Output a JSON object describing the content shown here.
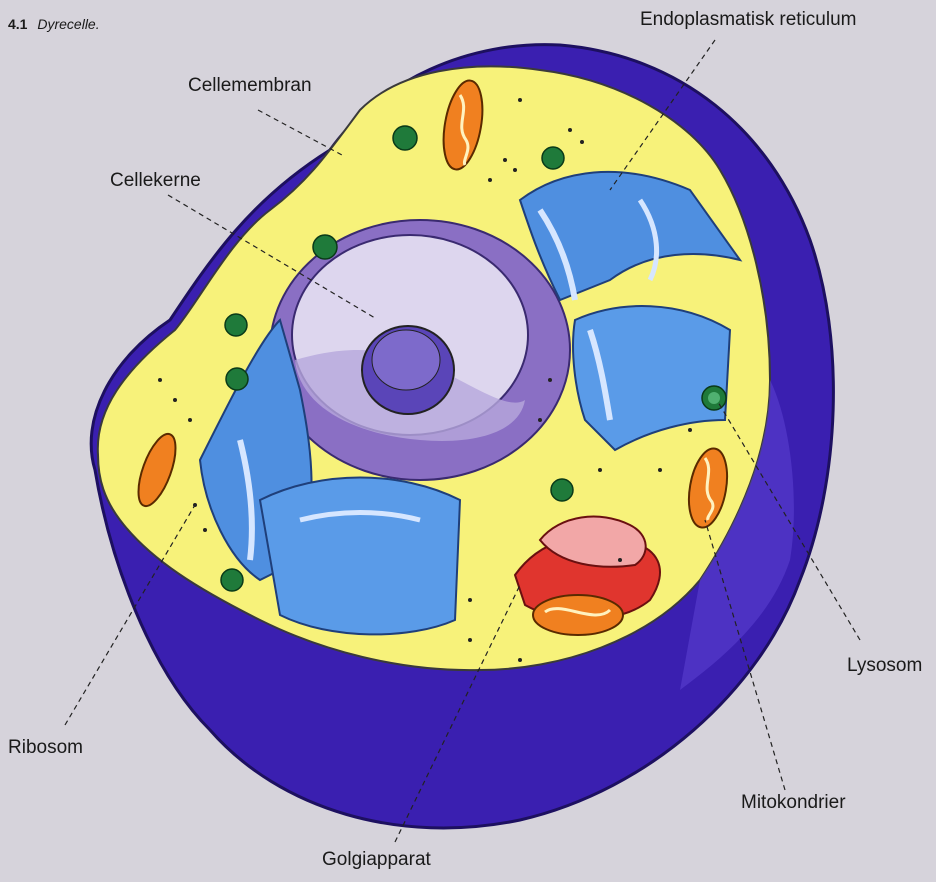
{
  "figure": {
    "number": "4.1",
    "title": "Dyrecelle."
  },
  "labels": {
    "endoplasmatisk_reticulum": "Endoplasmatisk reticulum",
    "cellemembran": "Cellemembran",
    "cellekerne": "Cellekerne",
    "ribosom": "Ribosom",
    "lysosom": "Lysosom",
    "mitokondrier": "Mitokondrier",
    "golgiapparat": "Golgiapparat"
  },
  "colors": {
    "background": "#d6d3db",
    "cytoplasm": "#f7f27a",
    "cell_wall_outer": "#3a1fb0",
    "nucleus_light": "#ddd6ee",
    "nucleus_dark": "#8a6fc4",
    "nucleolus": "#5a45b8",
    "er_blue": "#4f8fe0",
    "golgi_red": "#e0352e",
    "mitochondria_orange": "#f08020",
    "lysosome_green": "#1f7a3a"
  }
}
